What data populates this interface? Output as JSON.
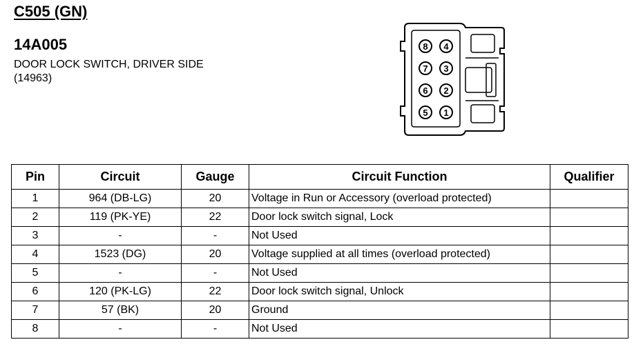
{
  "connector": {
    "id": "C505 (GN)",
    "part_number": "14A005",
    "description": "DOOR LOCK SWITCH, DRIVER SIDE",
    "ref": "(14963)",
    "pins_left": [
      "8",
      "7",
      "6",
      "5"
    ],
    "pins_right": [
      "4",
      "3",
      "2",
      "1"
    ]
  },
  "table": {
    "headers": [
      "Pin",
      "Circuit",
      "Gauge",
      "Circuit Function",
      "Qualifier"
    ],
    "rows": [
      {
        "pin": "1",
        "circuit": "964 (DB-LG)",
        "gauge": "20",
        "function": "Voltage in Run or Accessory (overload protected)",
        "qualifier": ""
      },
      {
        "pin": "2",
        "circuit": "119 (PK-YE)",
        "gauge": "22",
        "function": "Door lock switch signal, Lock",
        "qualifier": ""
      },
      {
        "pin": "3",
        "circuit": "-",
        "gauge": "-",
        "function": "Not Used",
        "qualifier": ""
      },
      {
        "pin": "4",
        "circuit": "1523 (DG)",
        "gauge": "20",
        "function": "Voltage supplied at all times (overload protected)",
        "qualifier": ""
      },
      {
        "pin": "5",
        "circuit": "-",
        "gauge": "-",
        "function": "Not Used",
        "qualifier": ""
      },
      {
        "pin": "6",
        "circuit": "120 (PK-LG)",
        "gauge": "22",
        "function": "Door lock switch signal, Unlock",
        "qualifier": ""
      },
      {
        "pin": "7",
        "circuit": "57 (BK)",
        "gauge": "20",
        "function": "Ground",
        "qualifier": ""
      },
      {
        "pin": "8",
        "circuit": "-",
        "gauge": "-",
        "function": "Not Used",
        "qualifier": ""
      }
    ]
  }
}
